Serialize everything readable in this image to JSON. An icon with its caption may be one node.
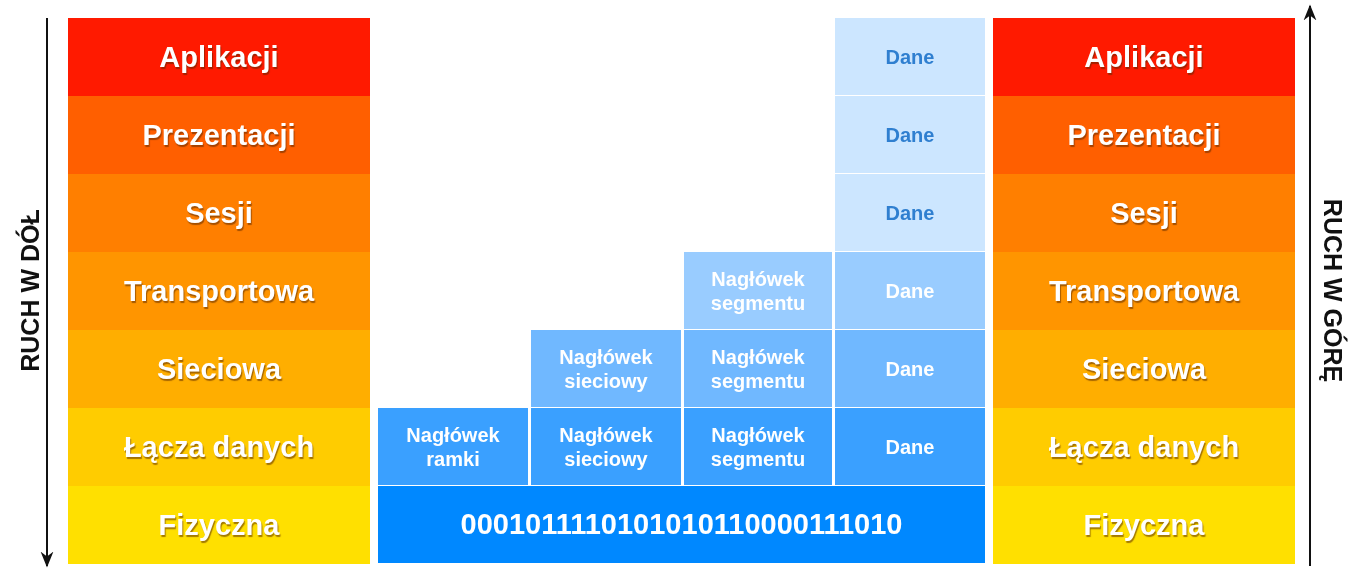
{
  "diagram": {
    "nodes": [
      {
        "text": [
          "Aplikacji"
        ]
      },
      {
        "text": [
          "Prezentacji"
        ]
      },
      {
        "text": [
          "Sesji"
        ]
      },
      {
        "text": [
          "Transportowa"
        ]
      },
      {
        "text": [
          "Sieciowa"
        ]
      },
      {
        "text": [
          "Łącza danych"
        ]
      },
      {
        "text": [
          "Fizyczna"
        ]
      },
      {
        "text": [
          "Dane"
        ]
      },
      {
        "text": [
          "Dane"
        ]
      },
      {
        "text": [
          "Dane"
        ]
      },
      {
        "text": [
          "Nagłówek segmentu"
        ]
      },
      {
        "text": [
          "Dane"
        ]
      },
      {
        "text": [
          "Nagłówek sieciowy"
        ]
      },
      {
        "text": [
          "Nagłówek segmentu"
        ]
      },
      {
        "text": [
          "Dane"
        ]
      },
      {
        "text": [
          "Nagłówek ramki"
        ]
      },
      {
        "text": [
          "Nagłówek sieciowy"
        ]
      },
      {
        "text": [
          "Nagłówek segmentu"
        ]
      },
      {
        "text": [
          "Dane"
        ]
      },
      {
        "text": [
          "0001011110101010110000111010"
        ]
      },
      {
        "text": [
          "Aplikacji"
        ]
      },
      {
        "text": [
          "Prezentacji"
        ]
      },
      {
        "text": [
          "Sesji"
        ]
      },
      {
        "text": [
          "Transportowa"
        ]
      },
      {
        "text": [
          "Sieciowa"
        ]
      },
      {
        "text": [
          "Łącza danych"
        ]
      },
      {
        "text": [
          "Fizyczna"
        ]
      }
    ],
    "labels": [
      "RUCH W DÓŁ",
      "RUCH W GÓRĘ"
    ]
  }
}
